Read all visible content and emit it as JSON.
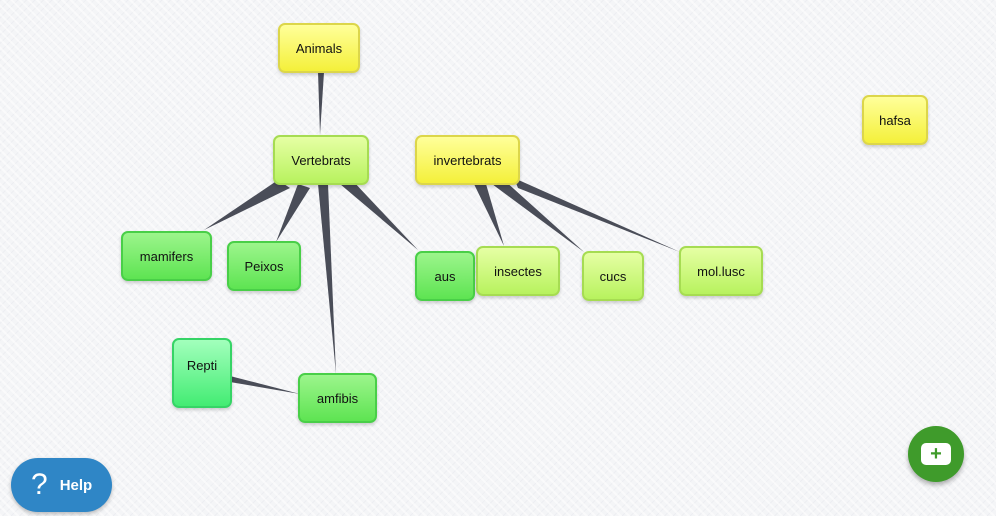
{
  "nodes": {
    "animals": "Animals",
    "vertebrats": "Vertebrats",
    "invertebrats": "invertebrats",
    "hafsa": "hafsa",
    "mamifers": "mamifers",
    "peixos": "Peixos",
    "aus": "aus",
    "insectes": "insectes",
    "cucs": "cucs",
    "mollusc": "mol.lusc",
    "repti": "Repti",
    "amfibis": "amfibis"
  },
  "help": {
    "icon": "?",
    "label": "Help"
  },
  "add_button": {
    "icon": "plus-card-icon",
    "symbol": "+"
  },
  "colors": {
    "yellow_node": "#f4f03a",
    "lime_node": "#b8f25e",
    "green_node": "#5ee452",
    "mint_node": "#43ec73",
    "link": "#4a4d58",
    "help_bg": "#2f86c6",
    "add_bg": "#3f9b2b"
  }
}
